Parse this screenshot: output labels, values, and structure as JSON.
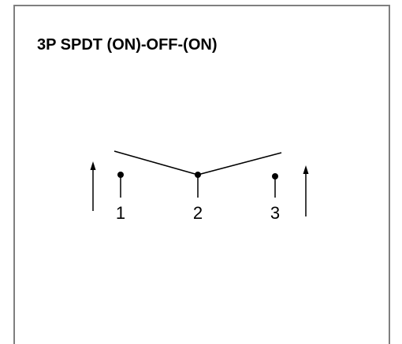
{
  "title": "3P SPDT (ON)-OFF-(ON)",
  "diagram": {
    "terminals": [
      {
        "label": "1"
      },
      {
        "label": "2"
      },
      {
        "label": "3"
      }
    ]
  }
}
